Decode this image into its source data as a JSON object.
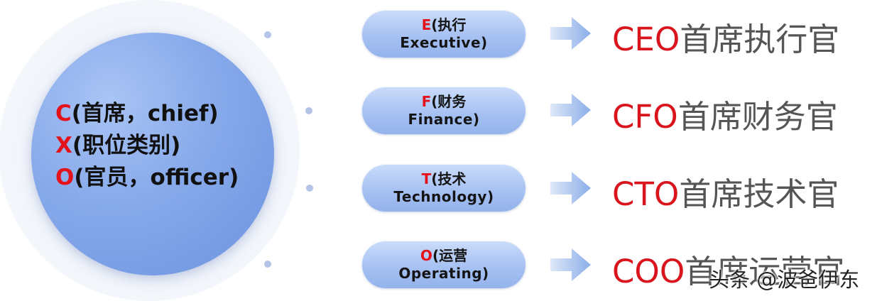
{
  "center": {
    "line1": {
      "letter": "C",
      "rest": "(首席，chief)"
    },
    "line2": {
      "letter": "X",
      "rest": "(职位类别)"
    },
    "line3": {
      "letter": "O",
      "rest": "(官员，officer)"
    }
  },
  "roles": [
    {
      "pill_letter": "E",
      "pill_cn": "(执行",
      "pill_en": "Executive)",
      "code": "CEO",
      "title": "首席执行官"
    },
    {
      "pill_letter": "F",
      "pill_cn": "(财务",
      "pill_en": "Finance)",
      "code": "CFO",
      "title": "首席财务官"
    },
    {
      "pill_letter": "T",
      "pill_cn": "(技术",
      "pill_en": "Technology)",
      "code": "CTO",
      "title": "首席技术官"
    },
    {
      "pill_letter": "O",
      "pill_cn": "(运营",
      "pill_en": "Operating)",
      "code": "COO",
      "title": "首席运营官"
    }
  ],
  "watermark": "头条 @波爸伊东",
  "colors": {
    "accent_red": "#e3121b",
    "pill_blue": "#a6c1f2",
    "core_blue": "#86a9ea",
    "arrow_blue": "#8fb0ea"
  }
}
